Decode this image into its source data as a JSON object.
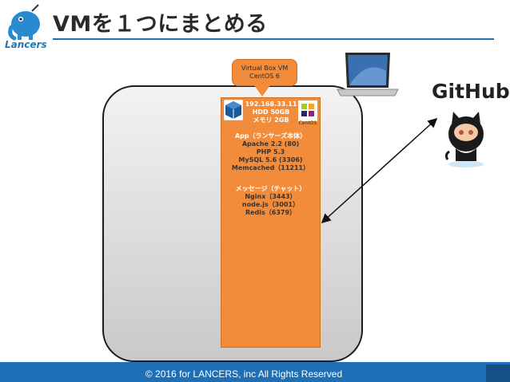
{
  "slide": {
    "title": "VMを１つにまとめる",
    "logo_text": "Lancers"
  },
  "callout": {
    "line1": "Virtual Box VM",
    "line2": "CentOS 6"
  },
  "vm": {
    "ip": "192.168.33.11",
    "hdd": "HDD 50GB",
    "memory": "メモリ 2GB",
    "centos_label": "CentOS",
    "app_heading": "App（ランサーズ本体）",
    "app_items": [
      "Apache 2.2 (80)",
      "PHP 5.3",
      "MySQL 5.6 (3306)",
      "Memcached（11211）"
    ],
    "msg_heading": "メッセージ（チャット）",
    "msg_items": [
      "Nginx（3443）",
      "node.js（3001）",
      "Redis（6379）"
    ]
  },
  "github": {
    "label": "GitHub"
  },
  "footer": {
    "copyright": "© 2016 for LANCERS, inc All Rights Reserved"
  },
  "colors": {
    "accent_blue": "#1e6fb5",
    "vm_orange": "#f28c3a"
  }
}
